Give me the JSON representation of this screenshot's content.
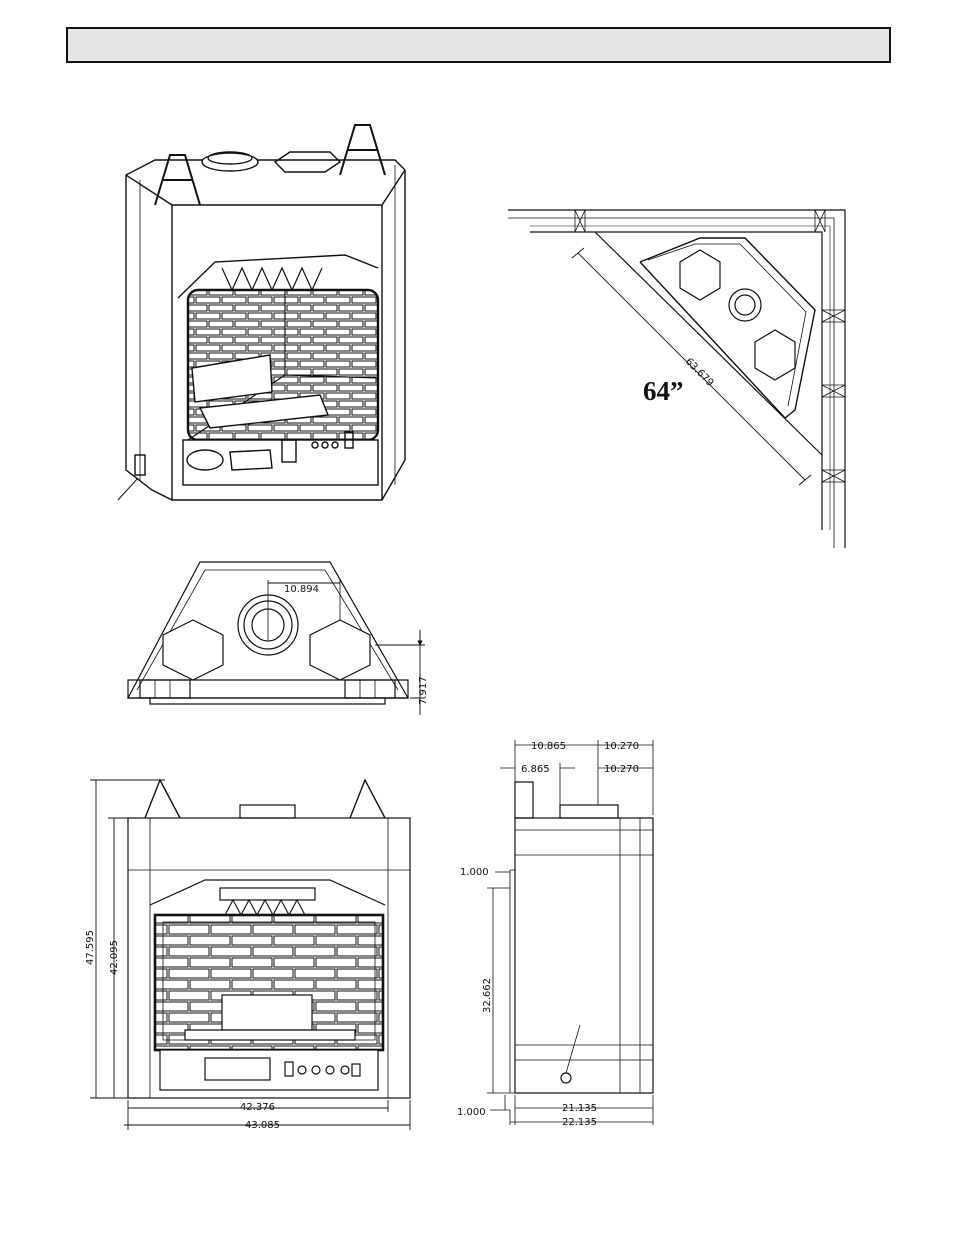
{
  "header": {
    "title": ""
  },
  "corner_view": {
    "diagonal_dim": "63.679",
    "corner_label": "64”"
  },
  "top_view": {
    "flue_offset": "10.894",
    "depth": "7.917"
  },
  "front_view": {
    "overall_height": "47.595",
    "body_height": "42.095",
    "inner_width": "42.376",
    "outer_width": "43.085"
  },
  "side_view": {
    "top_dim_1": "10.865",
    "top_dim_2": "10.270",
    "top_dim_3": "6.865",
    "top_dim_4": "10.270",
    "upper_offset": "1.000",
    "mid_height": "32.662",
    "lower_offset": "1.000",
    "depth_inner": "21.135",
    "depth_outer": "22.135"
  }
}
